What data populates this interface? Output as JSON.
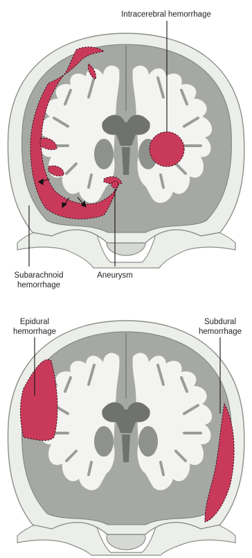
{
  "colors": {
    "hemorrhage": "#c93a5a",
    "skull": "#eceeea",
    "skull_outline": "#8a8d88",
    "gray_matter": "#a6a8a4",
    "white_matter": "#f3f3f1",
    "ventricle": "#707270",
    "deep_gray": "#8f918d"
  },
  "top_panel": {
    "labels": {
      "intracerebral": "Intracerebral hemorrhage",
      "subarachnoid_line1": "Subarachnoid",
      "subarachnoid_line2": "hemorrhage",
      "aneurysm": "Aneurysm"
    }
  },
  "bottom_panel": {
    "labels": {
      "epidural_line1": "Epidural",
      "epidural_line2": "hemorrhage",
      "subdural_line1": "Subdural",
      "subdural_line2": "hemorrhage"
    }
  }
}
